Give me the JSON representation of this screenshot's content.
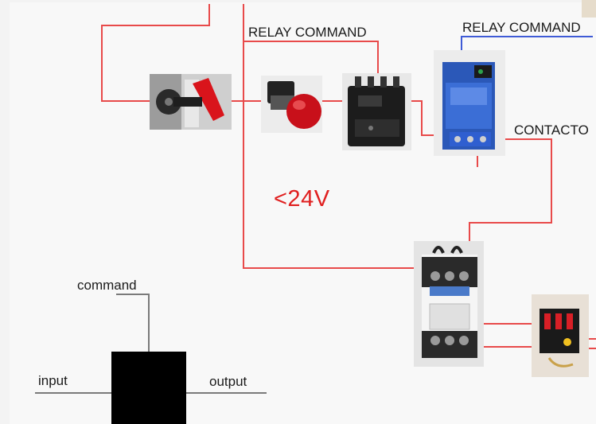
{
  "labels": {
    "relay_command_1": "RELAY COMMAND",
    "relay_command_2": "RELAY COMMAND",
    "contactor": "CONTACTO",
    "voltage": "<24V",
    "legend_command": "command",
    "legend_input": "input",
    "legend_output": "output"
  },
  "components": [
    {
      "name": "rotary-switch-photo",
      "icon": "rotary-disconnect-switch"
    },
    {
      "name": "emergency-stop-photo",
      "icon": "red-mushroom-button"
    },
    {
      "name": "relay-photo",
      "icon": "plug-in-relay"
    },
    {
      "name": "relay-module-photo",
      "icon": "blue-relay-module"
    },
    {
      "name": "contactor-photo",
      "icon": "contactor"
    },
    {
      "name": "terminal-block-photo",
      "icon": "terminal-block"
    }
  ],
  "colors": {
    "wire_red": "#e84a4a",
    "wire_blue": "#3f5bd6",
    "wire_gray": "#7a7a7a",
    "warning_text": "#e02020",
    "background": "#f3f3f3"
  }
}
